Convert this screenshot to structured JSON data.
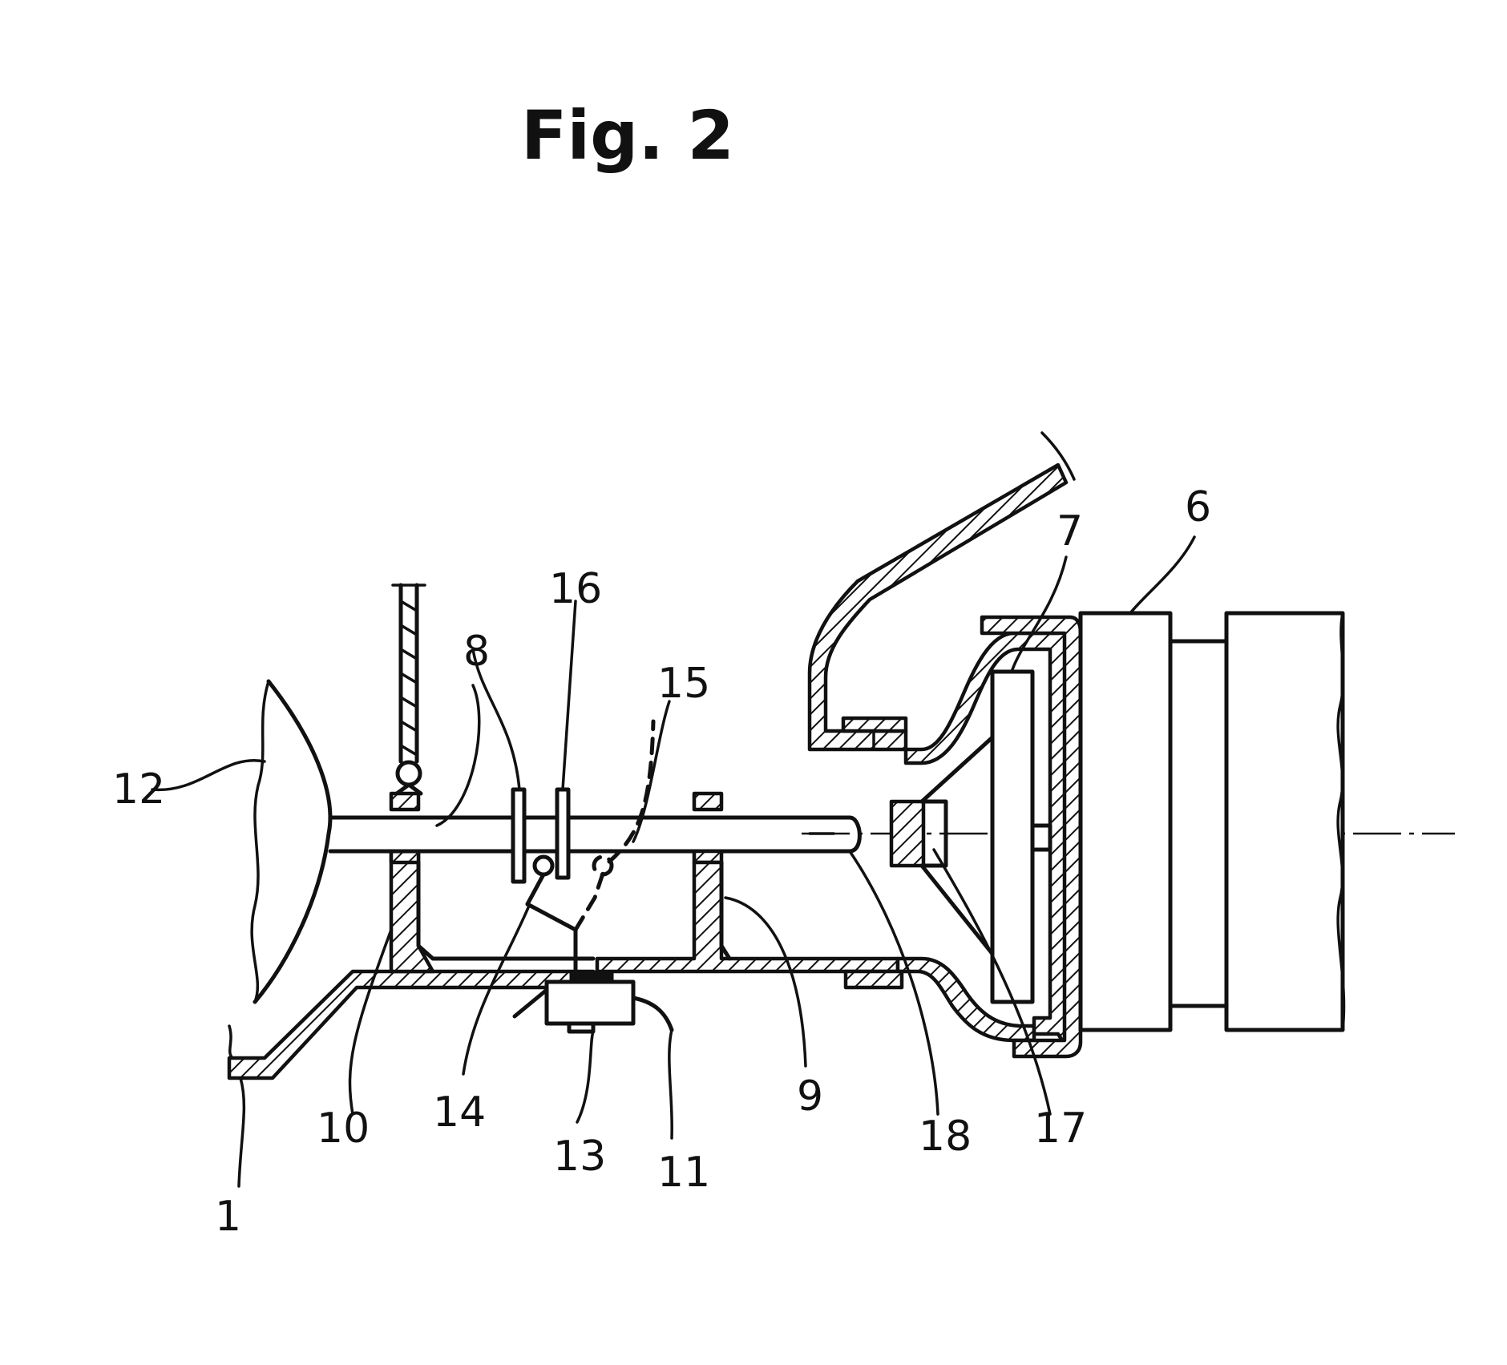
{
  "figure": {
    "title": "Fig. 2"
  },
  "reference_numerals": {
    "n1": "1",
    "n6": "6",
    "n7": "7",
    "n8": "8",
    "n9": "9",
    "n10": "10",
    "n11": "11",
    "n12": "12",
    "n13": "13",
    "n14": "14",
    "n15": "15",
    "n16": "16",
    "n17": "17",
    "n18": "18"
  },
  "colors": {
    "ink": "#111111",
    "paper": "#ffffff"
  }
}
